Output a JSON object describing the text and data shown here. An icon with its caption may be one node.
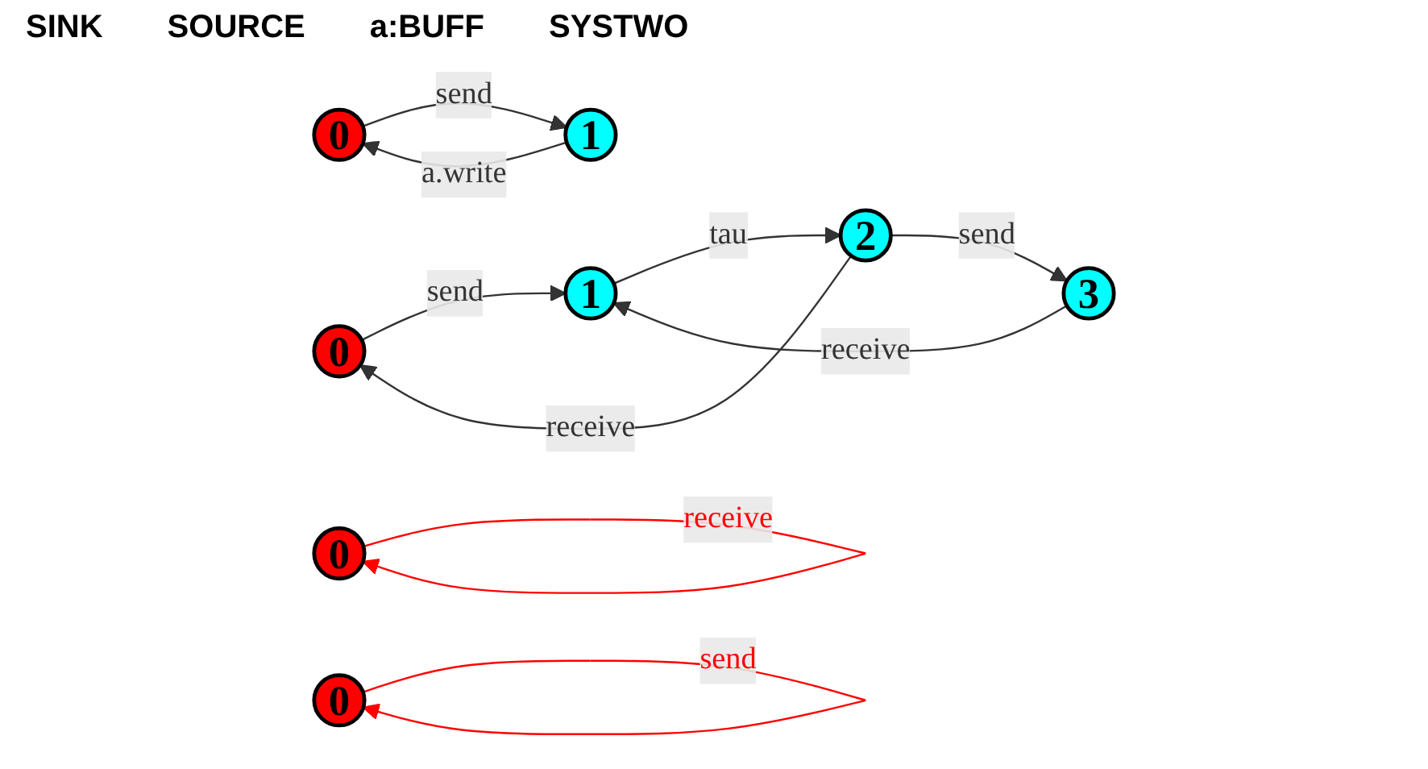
{
  "diagram": {
    "nodes": [
      {
        "text": [
          "0"
        ]
      },
      {
        "text": [
          "0"
        ]
      },
      {
        "text": [
          "0"
        ]
      },
      {
        "text": [
          "1"
        ]
      },
      {
        "text": [
          "0"
        ]
      },
      {
        "text": [
          "1"
        ]
      },
      {
        "text": [
          "2"
        ]
      },
      {
        "text": [
          "3"
        ]
      }
    ],
    "edges": [
      {
        "from": 0,
        "to": 0,
        "arrow": "to",
        "label": "receive",
        "color": "#ff0000"
      },
      {
        "from": 1,
        "to": 1,
        "arrow": "to",
        "label": "send",
        "color": "#ff0000"
      },
      {
        "from": 2,
        "to": 3,
        "arrow": "to",
        "label": "send"
      },
      {
        "from": 3,
        "to": 2,
        "arrow": "to",
        "label": "a.write"
      },
      {
        "from": 4,
        "to": 5,
        "arrow": "to",
        "label": "send"
      },
      {
        "from": 5,
        "to": 6,
        "arrow": "to",
        "label": "tau"
      },
      {
        "from": 6,
        "to": 7,
        "arrow": "to",
        "label": "send"
      },
      {
        "from": 6,
        "to": 4,
        "arrow": "to",
        "label": "receive"
      },
      {
        "from": 7,
        "to": 5,
        "arrow": "to",
        "label": "receive"
      }
    ],
    "labels": [
      "SINK",
      "SOURCE",
      "a:BUFF",
      "SYSTWO"
    ]
  }
}
